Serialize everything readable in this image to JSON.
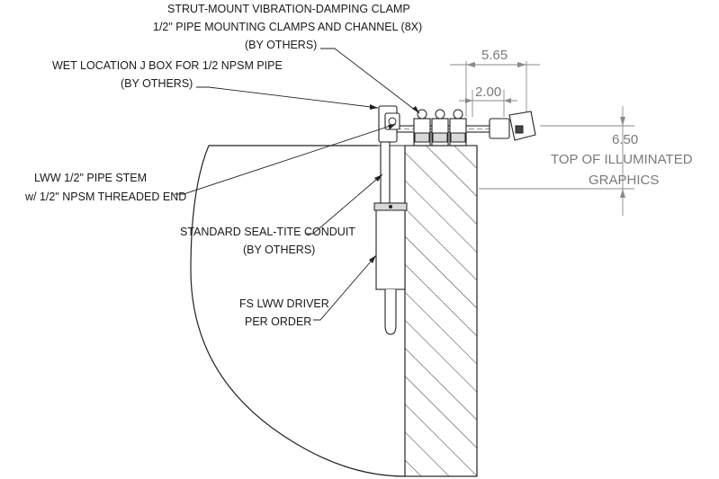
{
  "labels": {
    "clamp_line1": "STRUT-MOUNT VIBRATION-DAMPING CLAMP",
    "clamp_line2": "1/2\" PIPE MOUNTING CLAMPS AND CHANNEL (8X)",
    "clamp_line3": "(BY OTHERS)",
    "jbox_line1": "WET LOCATION J BOX FOR 1/2 NPSM PIPE",
    "jbox_line2": "(BY OTHERS)",
    "stem_line1": "LWW 1/2\" PIPE STEM",
    "stem_line2": "w/ 1/2\" NPSM THREADED END",
    "conduit_line1": "STANDARD SEAL-TITE CONDUIT",
    "conduit_line2": "(BY OTHERS)",
    "driver_line1": "FS LWW DRIVER",
    "driver_line2": "PER ORDER"
  },
  "dimensions": {
    "overall_width": "5.65",
    "inner_width": "2.00",
    "height": "6.50",
    "height_note_line1": "TOP OF ILLUMINATED",
    "height_note_line2": "GRAPHICS"
  }
}
